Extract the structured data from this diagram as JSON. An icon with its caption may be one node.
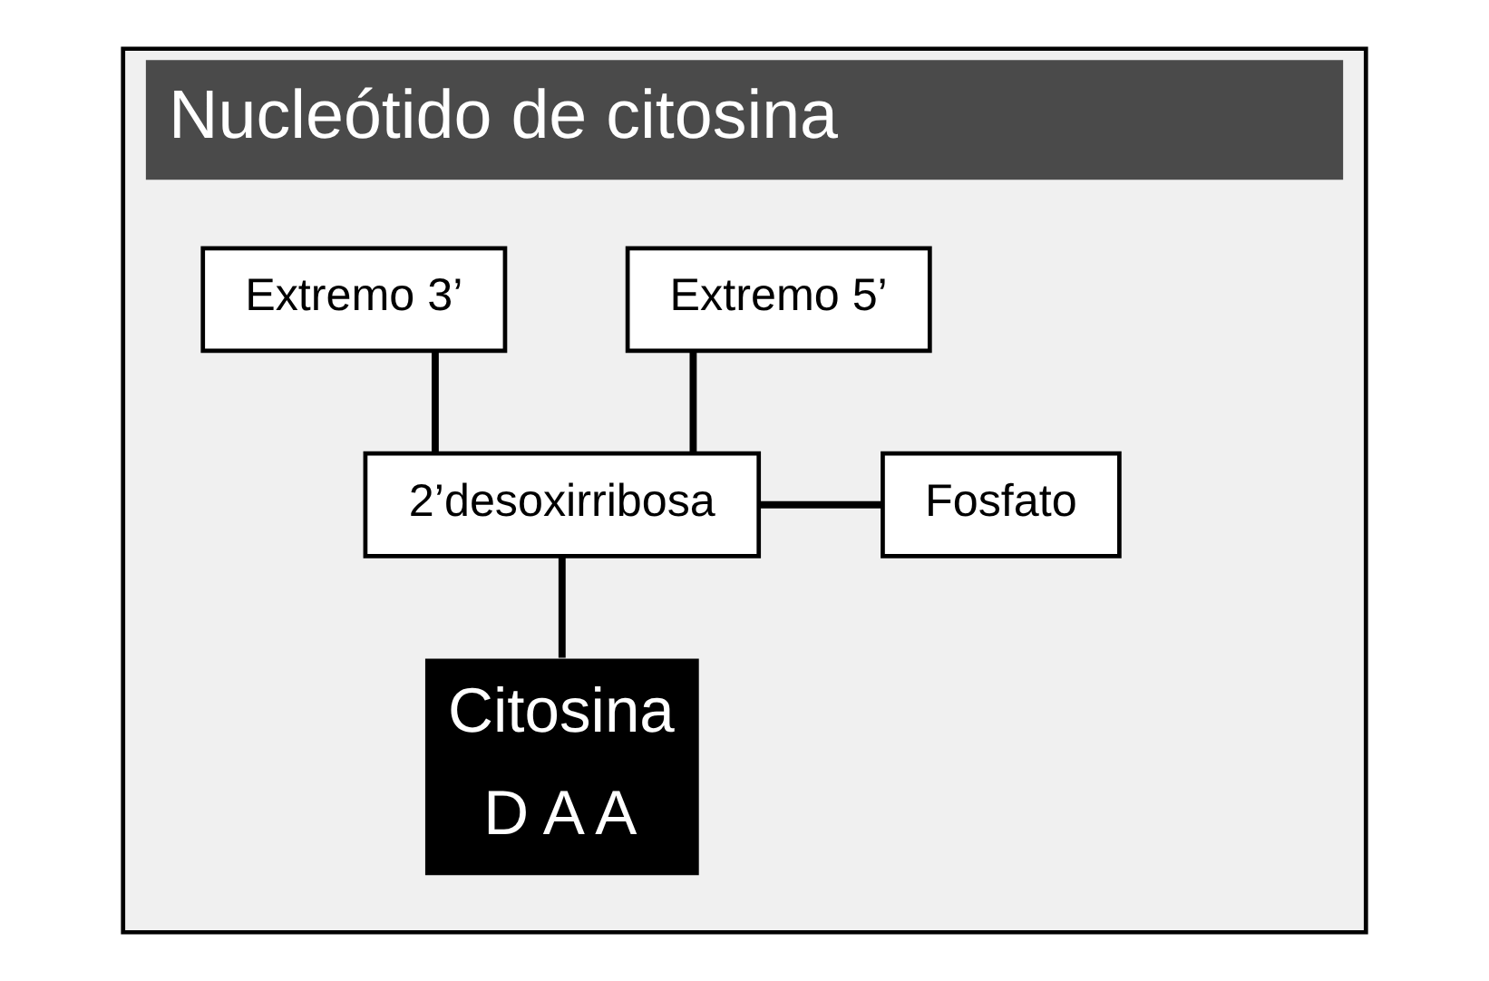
{
  "diagram": {
    "nodes": [
      {
        "text": [
          "Nucleótido de citosina"
        ]
      },
      {
        "text": [
          "Extremo 5’"
        ],
        "in": 0
      },
      {
        "text": [
          "Extremo 3’"
        ],
        "in": 0
      },
      {
        "text": [
          "2’desoxirribosa"
        ],
        "in": 0
      },
      {
        "text": [
          "Fosfato"
        ],
        "in": 0
      },
      {
        "text": [
          "Citosina",
          "D A A"
        ],
        "in": 0
      }
    ],
    "edges": [
      {
        "from": 1,
        "to": 3,
        "arrow": "none"
      },
      {
        "from": 2,
        "to": 3,
        "arrow": "none"
      },
      {
        "from": 3,
        "to": 4,
        "arrow": "none"
      },
      {
        "from": 3,
        "to": 5,
        "arrow": "none"
      }
    ]
  }
}
